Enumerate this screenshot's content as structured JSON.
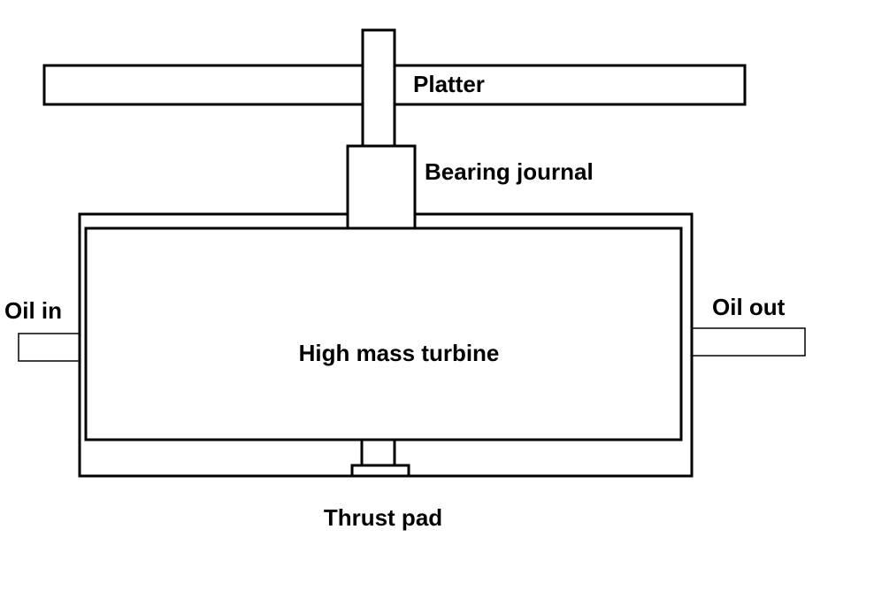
{
  "labels": {
    "platter": "Platter",
    "bearing_journal": "Bearing journal",
    "oil_in": "Oil in",
    "oil_out": "Oil out",
    "turbine": "High mass turbine",
    "thrust_pad": "Thrust pad"
  },
  "colors": {
    "stroke": "#000000",
    "background": "#ffffff"
  }
}
